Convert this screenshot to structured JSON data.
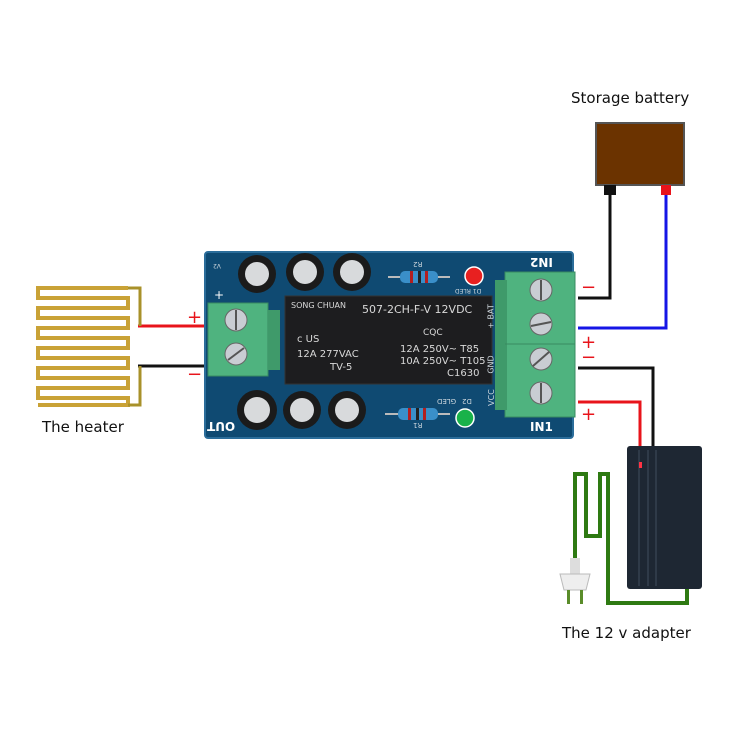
{
  "labels": {
    "battery": "Storage battery",
    "heater": "The heater",
    "adapter": "The 12 v adapter"
  },
  "polarity": {
    "heater_plus": "+",
    "heater_minus": "−",
    "bat_minus": "−",
    "bat_plus": "+",
    "in_minus": "−",
    "in_plus": "+"
  },
  "board": {
    "relay_model": "507-2CH-F-V  12VDC",
    "relay_brand": "SONG CHUAN",
    "relay_cert": "c US",
    "relay_cqc": "CQC",
    "relay_rating1": "12A 277VAC",
    "relay_rating2": "TV-5",
    "relay_spec1": "12A 250V~ T85",
    "relay_spec2": "10A 250V~ T105",
    "relay_code": "C1630",
    "silk_in2": "IN2",
    "silk_in1": "IN1",
    "silk_out": "OUT",
    "silk_bat": "+ BAT",
    "silk_gnd": "GND",
    "silk_vcc": "VCC",
    "silk_r1": "R1",
    "silk_r2": "R2",
    "silk_d1": "D1 RLED",
    "silk_d2": "D2",
    "silk_gled": "GLED",
    "silk_v2": "V2",
    "silk_out_plus": "+"
  },
  "colors": {
    "pcb": "#0f4a72",
    "terminal": "#4fb37f",
    "battery": "#6b3300",
    "wire_red": "#e8141b",
    "wire_black": "#111111",
    "wire_blue": "#1515e6",
    "heater": "#c9a236",
    "cord": "#2e7a12",
    "adapter": "#1e2733"
  }
}
